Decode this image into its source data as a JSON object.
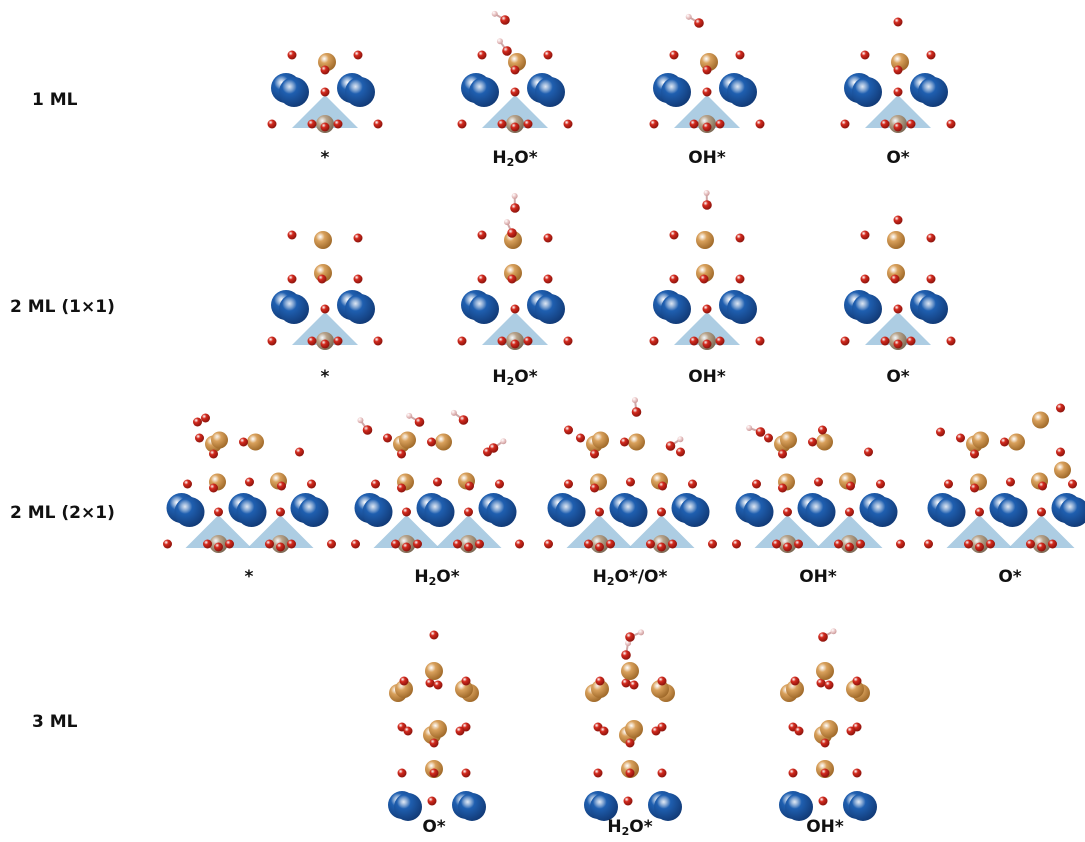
{
  "colors": {
    "metal": "#1f5fb0",
    "metal_dark": "#123b78",
    "overlayer": "#d9a15c",
    "overlayer_dark": "#a06a2a",
    "oxygen": "#d42a1e",
    "hydrogen": "#f3d8d8",
    "polyhedron": "#9fc4de",
    "sub_cation": "#b9a58c"
  },
  "rows": [
    {
      "id": "1ml",
      "label": "1 ML",
      "captions": [
        "*",
        "H2O*",
        "OH*",
        "O*"
      ]
    },
    {
      "id": "2ml-1x1",
      "label": "2 ML (1×1)",
      "captions": [
        "*",
        "H2O*",
        "OH*",
        "O*"
      ]
    },
    {
      "id": "2ml-2x1",
      "label": "2 ML (2×1)",
      "captions": [
        "*",
        "H2O*",
        "H2O*/O*",
        "OH*",
        "O*"
      ]
    },
    {
      "id": "3ml",
      "label": "3 ML",
      "captions": [
        "O*",
        "H2O*",
        "OH*"
      ]
    }
  ]
}
